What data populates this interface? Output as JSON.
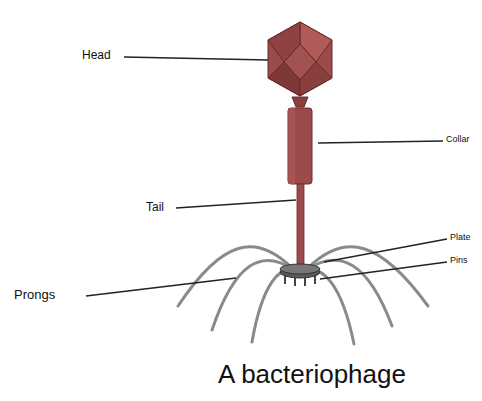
{
  "diagram": {
    "caption": "A bacteriophage",
    "labels": [
      "Head",
      "Collar",
      "Tail",
      "Plate",
      "Pins",
      "Prongs"
    ]
  }
}
